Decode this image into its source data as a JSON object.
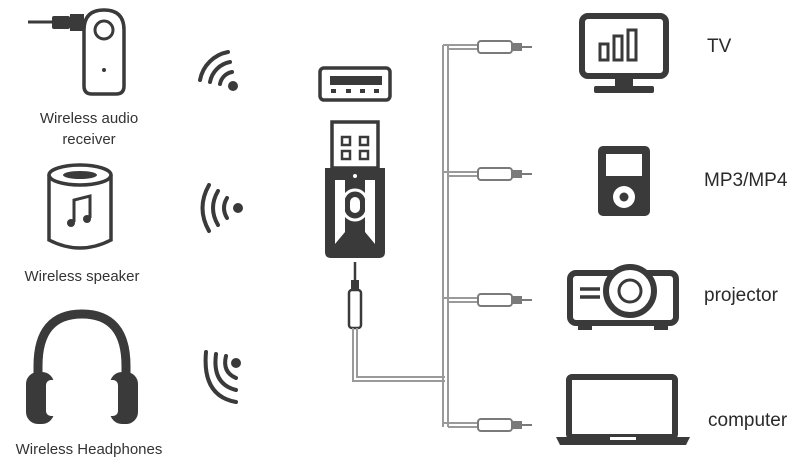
{
  "sources": [
    {
      "id": "receiver",
      "label_lines": [
        "Wireless audio",
        "receiver"
      ],
      "icon": "audio-receiver-icon"
    },
    {
      "id": "speaker",
      "label_lines": [
        "Wireless speaker"
      ],
      "icon": "speaker-icon"
    },
    {
      "id": "headphones",
      "label_lines": [
        "Wireless Headphones"
      ],
      "icon": "headphones-icon"
    }
  ],
  "center": {
    "icon": "usb-bluetooth-transmitter-icon"
  },
  "targets": [
    {
      "id": "tv",
      "label": "TV",
      "icon": "tv-icon"
    },
    {
      "id": "mp3",
      "label": "MP3/MP4",
      "icon": "mp3-player-icon"
    },
    {
      "id": "projector",
      "label": "projector",
      "icon": "projector-icon"
    },
    {
      "id": "computer",
      "label": "computer",
      "icon": "laptop-icon"
    }
  ],
  "colors": {
    "icon": "#3a3a3a",
    "line": "#9a9a9a",
    "text": "#333333"
  }
}
